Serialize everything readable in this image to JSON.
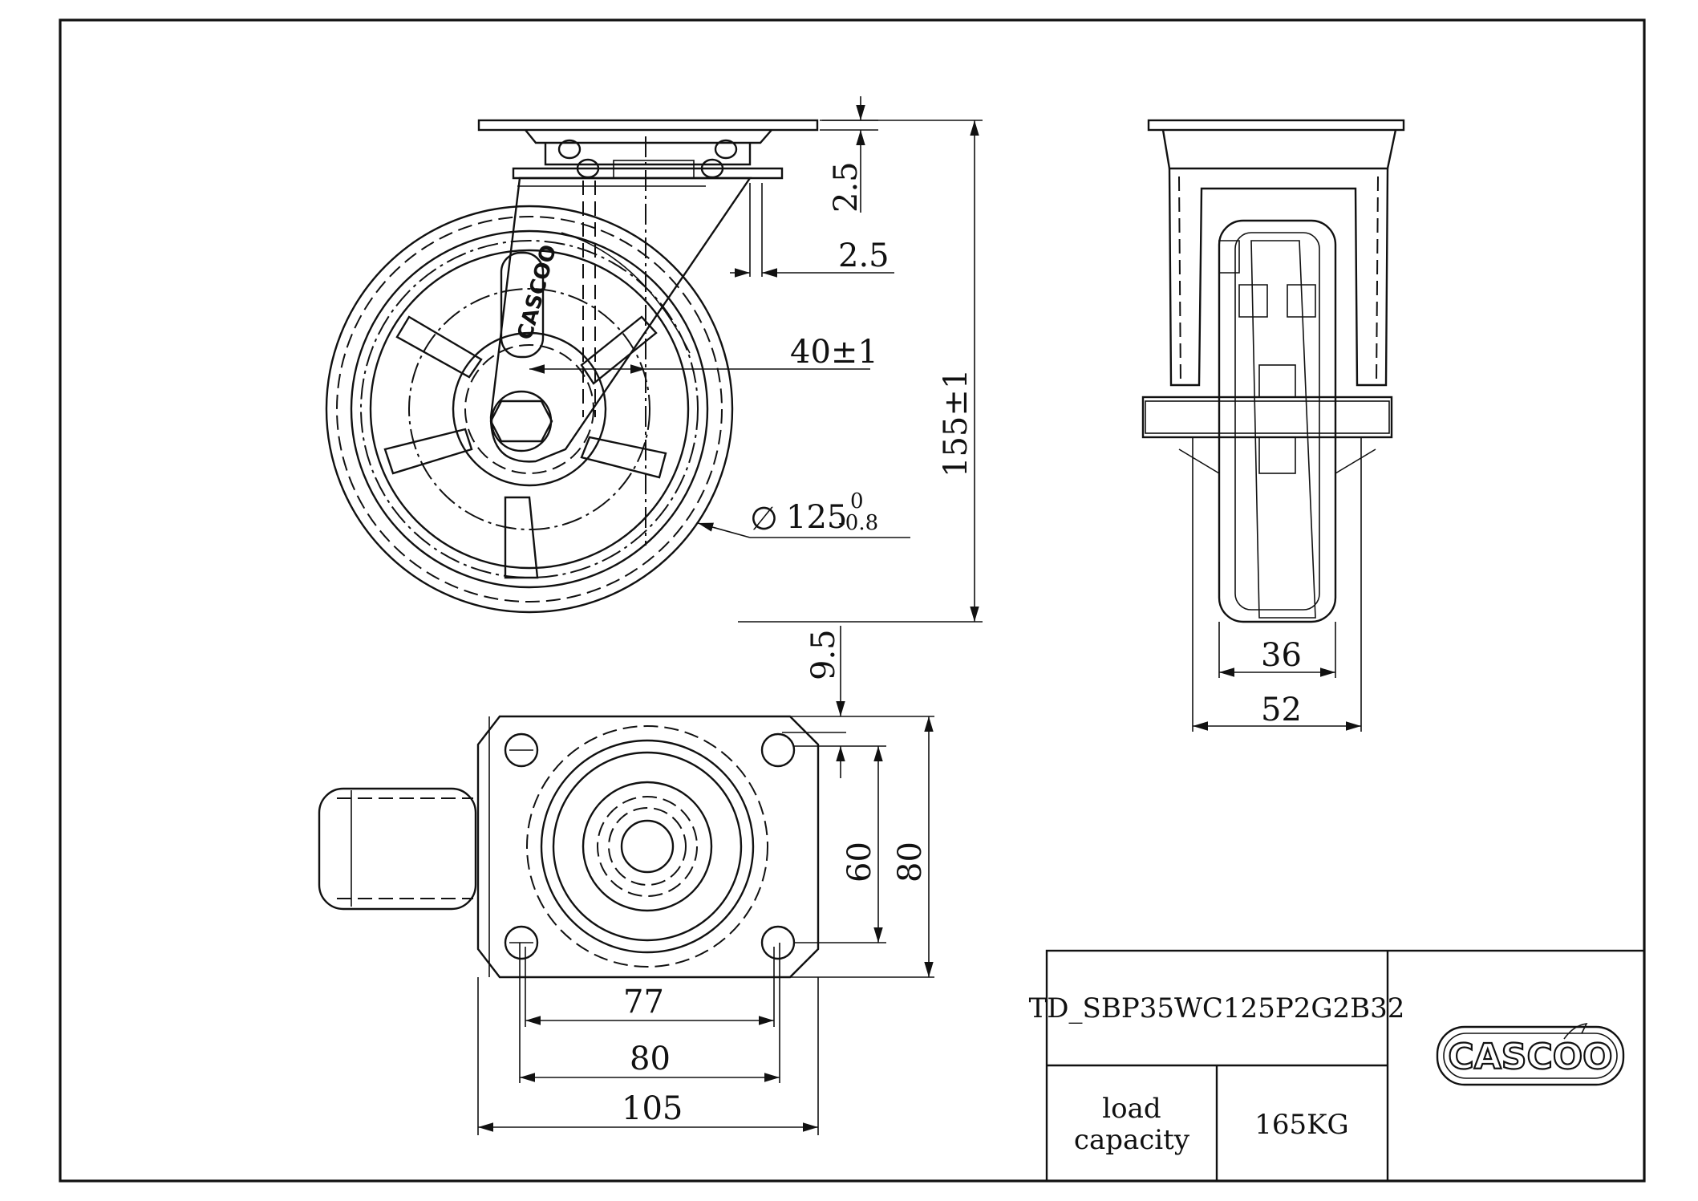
{
  "dimensions": {
    "front_view": {
      "top_plate_gap": "2.5",
      "offset": "2.5",
      "swivel_offset": "40±1",
      "total_height": "155±1",
      "wheel_diameter_symbol": "∅",
      "wheel_diameter": "125",
      "wheel_tol_upper": "0",
      "wheel_tol_lower": "-0.8"
    },
    "side_view": {
      "tread_width": "36",
      "fork_width": "52"
    },
    "top_view": {
      "hole_offset": "9.5",
      "hole_spacing_vertical": "60",
      "plate_height": "80",
      "hole_spacing_horizontal_small": "77",
      "hole_spacing_horizontal_large": "80",
      "plate_width": "105"
    }
  },
  "title_block": {
    "model": "TD_SBP35WC125P2G2B32",
    "load_label_line1": "load",
    "load_label_line2": "capacity",
    "load_value": "165KG"
  },
  "logo": {
    "brand": "CASCOO"
  }
}
